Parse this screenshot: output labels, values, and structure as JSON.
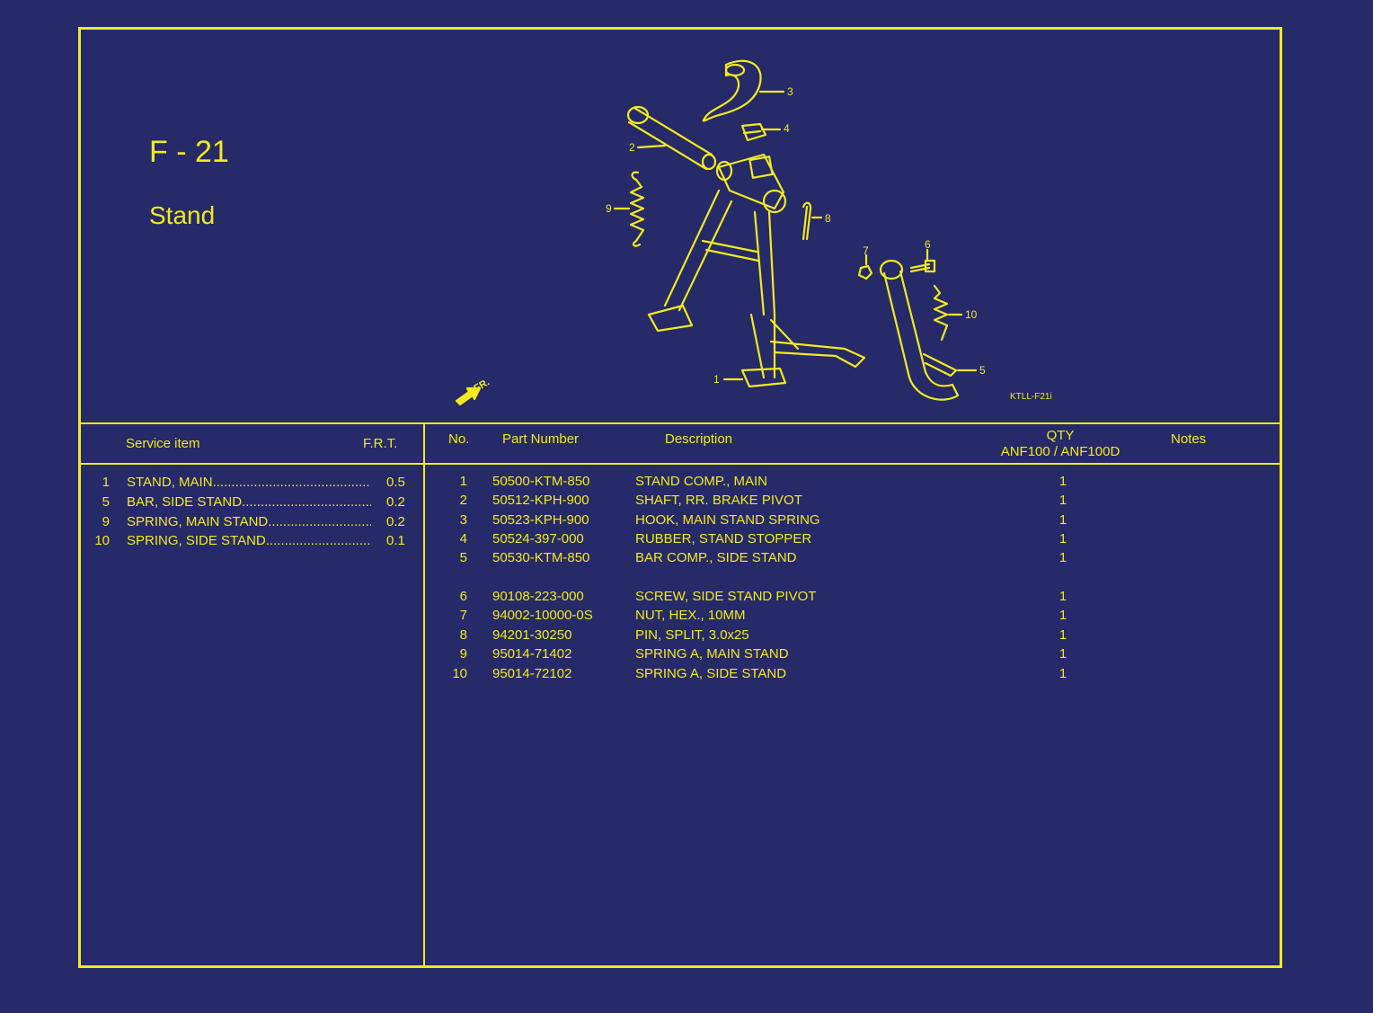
{
  "figure": {
    "code": "F - 21",
    "title": "Stand",
    "illustration_code": "KTLL-F21i",
    "front_marker": "FR."
  },
  "diagram_callouts": [
    "1",
    "2",
    "3",
    "4",
    "5",
    "6",
    "7",
    "8",
    "9",
    "10"
  ],
  "service_table": {
    "headers": {
      "item": "Service item",
      "frt": "F.R.T."
    },
    "rows": [
      {
        "no": "1",
        "name": "STAND, MAIN",
        "frt": "0.5"
      },
      {
        "no": "5",
        "name": "BAR, SIDE STAND",
        "frt": "0.2"
      },
      {
        "no": "9",
        "name": "SPRING, MAIN STAND",
        "frt": "0.2"
      },
      {
        "no": "10",
        "name": "SPRING, SIDE STAND",
        "frt": "0.1"
      }
    ]
  },
  "parts_table": {
    "headers": {
      "no": "No.",
      "part_number": "Part Number",
      "description": "Description",
      "qty": "QTY",
      "qty_models": "ANF100 / ANF100D",
      "notes": "Notes"
    },
    "rows": [
      {
        "no": "1",
        "part_number": "50500-KTM-850",
        "description": "STAND COMP., MAIN",
        "qty": "1"
      },
      {
        "no": "2",
        "part_number": "50512-KPH-900",
        "description": "SHAFT, RR. BRAKE PIVOT",
        "qty": "1"
      },
      {
        "no": "3",
        "part_number": "50523-KPH-900",
        "description": "HOOK, MAIN STAND SPRING",
        "qty": "1"
      },
      {
        "no": "4",
        "part_number": "50524-397-000",
        "description": "RUBBER, STAND STOPPER",
        "qty": "1"
      },
      {
        "no": "5",
        "part_number": "50530-KTM-850",
        "description": "BAR COMP., SIDE STAND",
        "qty": "1"
      },
      {
        "no": "6",
        "part_number": "90108-223-000",
        "description": "SCREW, SIDE STAND PIVOT",
        "qty": "1"
      },
      {
        "no": "7",
        "part_number": "94002-10000-0S",
        "description": "NUT, HEX., 10MM",
        "qty": "1"
      },
      {
        "no": "8",
        "part_number": "94201-30250",
        "description": "PIN, SPLIT, 3.0x25",
        "qty": "1"
      },
      {
        "no": "9",
        "part_number": "95014-71402",
        "description": "SPRING A, MAIN STAND",
        "qty": "1"
      },
      {
        "no": "10",
        "part_number": "95014-72102",
        "description": "SPRING A, SIDE STAND",
        "qty": "1"
      }
    ]
  },
  "colors": {
    "background": "#262a68",
    "line": "#f2ea1e"
  }
}
